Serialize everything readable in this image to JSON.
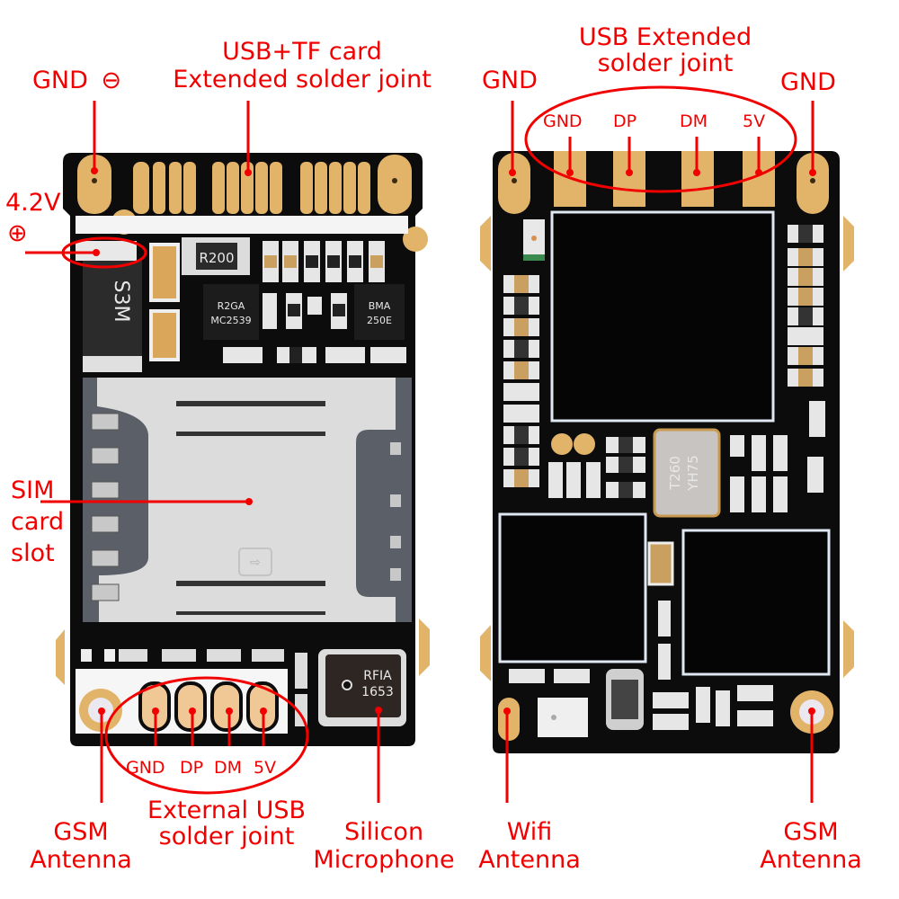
{
  "colors": {
    "annotation_red": "#f20000",
    "pcb_black": "#0c0c0c",
    "gold_pad": "#e2b46a",
    "light_pad": "#f0c896",
    "sim_metal": "#dcdcdc",
    "background": "#ffffff"
  },
  "front_side": {
    "labels": {
      "gnd_minus": "GND",
      "minus_symbol": "⊖",
      "usb_tf_line1": "USB+TF card",
      "usb_tf_line2": "Extended solder joint",
      "voltage": "4.2V",
      "plus_symbol": "⊕",
      "sim_line1": "SIM",
      "sim_line2": "card",
      "sim_line3": "slot",
      "ext_usb_pins": [
        "GND",
        "DP",
        "DM",
        "5V"
      ],
      "ext_usb_line1": "External USB",
      "ext_usb_line2": "solder joint",
      "gsm_line1": "GSM",
      "gsm_line2": "Antenna",
      "mic_line1": "Silicon",
      "mic_line2": "Microphone"
    },
    "chip_markings": {
      "resistor": "R200",
      "diode": "S3M",
      "regulator_line1": "R2GA",
      "regulator_line2": "MC2539",
      "accelerometer_line1": "BMA",
      "accelerometer_line2": "250E",
      "microphone_line1": "RFIA",
      "microphone_line2": "1653"
    }
  },
  "back_side": {
    "labels": {
      "usb_ext_line1": "USB Extended",
      "usb_ext_line2": "solder joint",
      "gnd_left": "GND",
      "gnd_right": "GND",
      "usb_pins": [
        "GND",
        "DP",
        "DM",
        "5V"
      ],
      "wifi_line1": "Wifi",
      "wifi_line2": "Antenna",
      "gsm_line1": "GSM",
      "gsm_line2": "Antenna"
    },
    "chip_markings": {
      "crystal_line1": "T260",
      "crystal_line2": "YH75"
    }
  }
}
